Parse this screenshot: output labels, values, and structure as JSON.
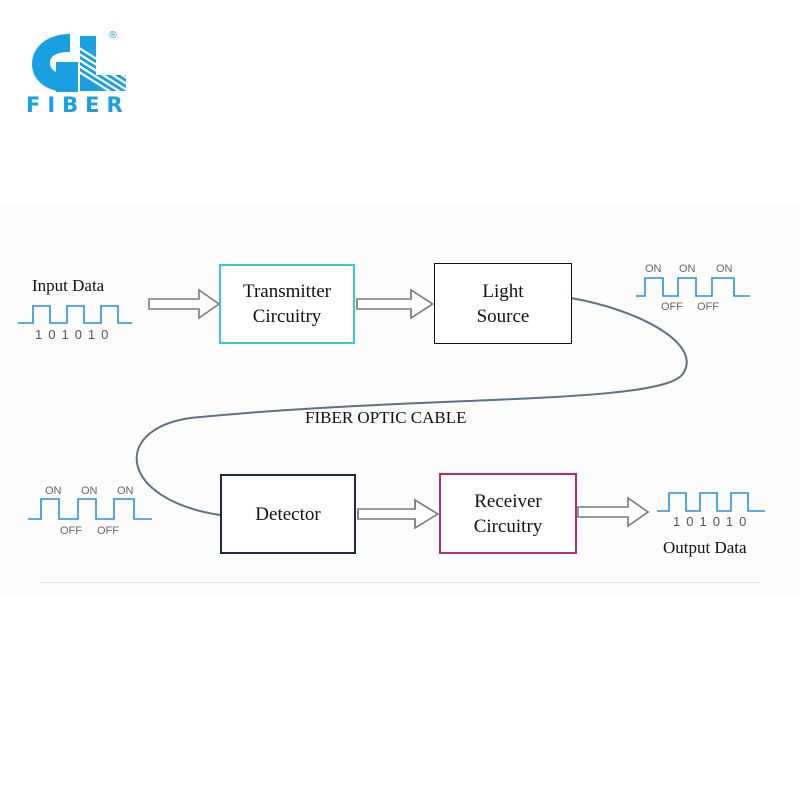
{
  "brand": {
    "name": "FIBER",
    "logo_letters": "GL",
    "registered_mark": "®",
    "color": "#1a9fe0"
  },
  "diagram": {
    "input_label": "Input Data",
    "input_bits": "101010",
    "output_label": "Output Data",
    "output_bits": "101010",
    "cable_label": "FIBER OPTIC CABLE",
    "blocks": {
      "transmitter": {
        "text": "Transmitter\nCircuitry",
        "border": "#3cc8c8"
      },
      "light_source": {
        "text": "Light\nSource",
        "border": "#111111"
      },
      "detector": {
        "text": "Detector",
        "border": "#1f2a4a"
      },
      "receiver": {
        "text": "Receiver\nCircuitry",
        "border": "#b0307f"
      }
    },
    "optical_signal": {
      "on": "ON",
      "off": "OFF"
    },
    "signal_color": "#2d8fd8",
    "arrow_color": "#7a7a7a",
    "cable_color": "#5f7184"
  }
}
